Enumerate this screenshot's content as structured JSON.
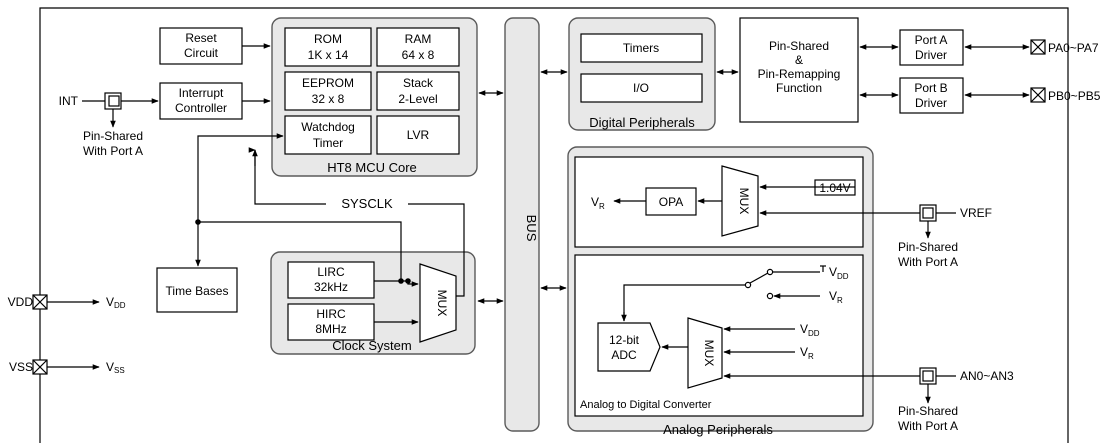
{
  "blocks": {
    "reset": [
      "Reset",
      "Circuit"
    ],
    "int_ctrl": [
      "Interrupt",
      "Controller"
    ],
    "rom": [
      "ROM",
      "1K x 14"
    ],
    "ram": [
      "RAM",
      "64 x 8"
    ],
    "eeprom": [
      "EEPROM",
      "32 x 8"
    ],
    "stack": [
      "Stack",
      "2-Level"
    ],
    "wdt": [
      "Watchdog",
      "Timer"
    ],
    "lvr": "LVR",
    "core_title": "HT8 MCU Core",
    "timers": "Timers",
    "io": "I/O",
    "digital_title": "Digital Peripherals",
    "pin_remap": [
      "Pin-Shared",
      "&",
      "Pin-Remapping",
      "Function"
    ],
    "porta_drv": [
      "Port A",
      "Driver"
    ],
    "portb_drv": [
      "Port B",
      "Driver"
    ],
    "bus": "BUS",
    "time_bases": "Time Bases",
    "lirc": [
      "LIRC",
      "32kHz"
    ],
    "hirc": [
      "HIRC",
      "8MHz"
    ],
    "clock_title": "Clock System",
    "mux": "MUX",
    "opa": "OPA",
    "ref_104": "1.04V",
    "adc": [
      "12-bit",
      "ADC"
    ],
    "adc_title": "Analog to Digital Converter",
    "analog_title": "Analog Peripherals",
    "sysclk": "SYSCLK"
  },
  "pins": {
    "int": "INT",
    "int_shared": [
      "Pin-Shared",
      "With Port A"
    ],
    "pa": "PA0~PA7",
    "pb": "PB0~PB5",
    "vref": "VREF",
    "vref_shared": [
      "Pin-Shared",
      "With Port A"
    ],
    "an": "AN0~AN3",
    "an_shared": [
      "Pin-Shared",
      "With Port A"
    ],
    "vdd": "VDD",
    "vss": "VSS"
  },
  "signals": {
    "v": "V",
    "r": "R",
    "dd": "DD",
    "ss": "SS"
  }
}
